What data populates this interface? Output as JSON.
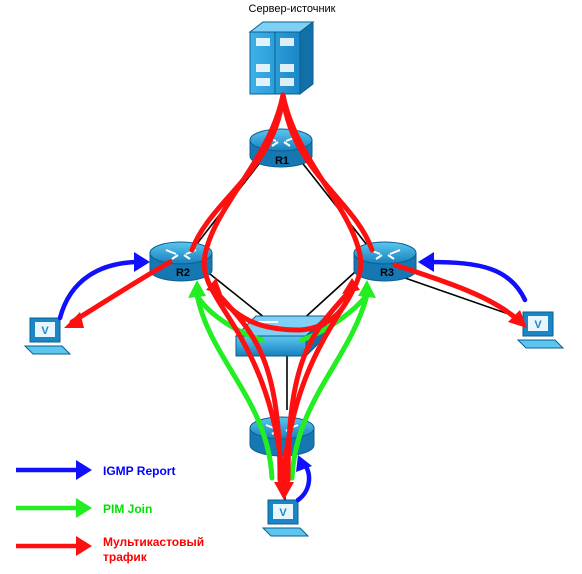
{
  "diagram": {
    "server_label": "Сервер-источник",
    "routers": {
      "r1": "R1",
      "r2": "R2",
      "r3": "R3",
      "r4": ""
    },
    "legend": [
      {
        "label": "IGMP Report",
        "color": "#0000ff"
      },
      {
        "label": "PIM Join",
        "color": "#00e000"
      },
      {
        "label_line1": "Мультикастовый",
        "label_line2": "трафик",
        "color": "#ff0000"
      }
    ],
    "colors": {
      "igmp": "#1010ff",
      "pim": "#22ee22",
      "multicast": "#ff1010",
      "device_blue": "#1e9fd8",
      "device_dark": "#0a6fa3"
    }
  }
}
